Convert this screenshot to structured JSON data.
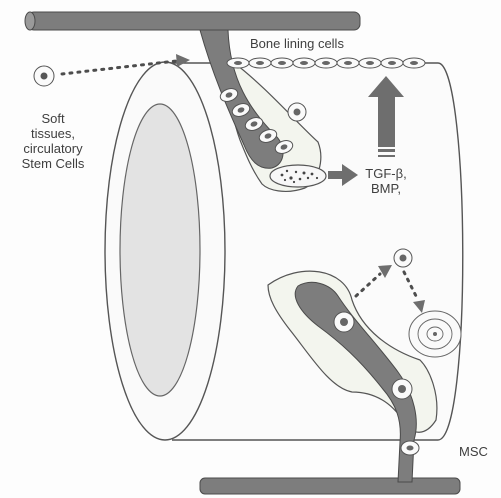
{
  "labels": {
    "bone_lining_cells": "Bone lining cells",
    "source": [
      "Soft",
      "tissues,",
      "circulatory",
      "Stem Cells"
    ],
    "signal": [
      "TGF-β,",
      "BMP,"
    ],
    "msc": "MSC"
  },
  "colors": {
    "vessel": "#7d7d7d",
    "vessel_edge": "#4a4a4a",
    "outline": "#555555",
    "marrow_fill": "#e3e3e3",
    "pericyte_zone": "#f3f5ee",
    "cell_fill": "#fafafa",
    "nucleus": "#666666",
    "arrow": "#6e6e6e",
    "dots": "#4d4d4d"
  },
  "icons": {
    "big_arrow": "up-arrow-icon",
    "small_arrow": "right-arrow-icon",
    "dotted_arrow": "dotted-arrow-icon"
  }
}
